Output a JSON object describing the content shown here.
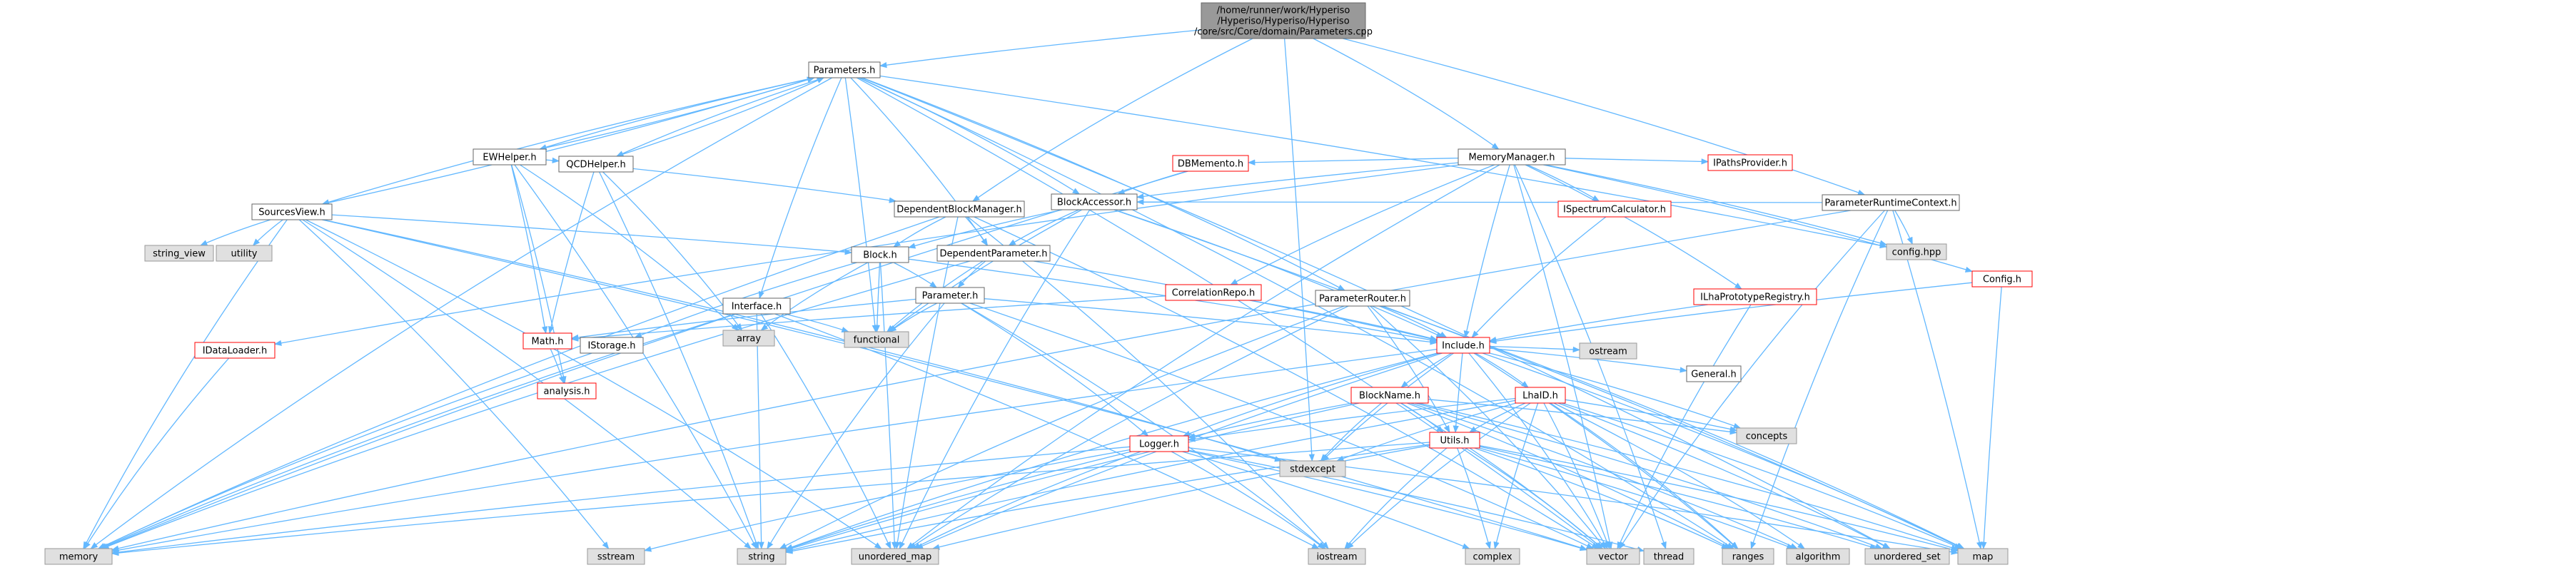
{
  "colors": {
    "edge": "#63b8ff",
    "node_fill": "#ffffff",
    "node_stroke": "#666666",
    "focus_fill": "#999999",
    "system_fill": "#e0e0e0",
    "system_stroke": "#999999",
    "truncated_stroke": "#ff0000",
    "text": "#000000",
    "link_text": "#a81d1d"
  },
  "nodes": [
    {
      "id": "root",
      "kind": "focus",
      "lines": [
        "/home/runner/work/Hyperiso",
        "/Hyperiso/Hyperiso/Hyperiso",
        "/core/src/Core/domain/Parameters.cpp"
      ]
    },
    {
      "id": "params_h",
      "kind": "normal",
      "lines": [
        "Parameters.h"
      ]
    },
    {
      "id": "memmgr",
      "kind": "normal",
      "lines": [
        "MemoryManager.h"
      ]
    },
    {
      "id": "paramctx",
      "kind": "normal",
      "lines": [
        "ParameterRuntimeContext.h"
      ]
    },
    {
      "id": "ewhelper",
      "kind": "normal",
      "lines": [
        "EWHelper.h"
      ]
    },
    {
      "id": "qcdhelper",
      "kind": "normal",
      "lines": [
        "QCDHelper.h"
      ]
    },
    {
      "id": "sourcesview",
      "kind": "normal",
      "lines": [
        "SourcesView.h"
      ]
    },
    {
      "id": "depblockmgr",
      "kind": "normal",
      "lines": [
        "DependentBlockManager.h"
      ]
    },
    {
      "id": "blockaccessor",
      "kind": "normal",
      "lines": [
        "BlockAccessor.h"
      ]
    },
    {
      "id": "dbmemento",
      "kind": "truncated",
      "lines": [
        "DBMemento.h"
      ]
    },
    {
      "id": "ipathsprovider",
      "kind": "truncated",
      "lines": [
        "IPathsProvider.h"
      ]
    },
    {
      "id": "configh",
      "kind": "truncated",
      "lines": [
        "Config.h"
      ]
    },
    {
      "id": "configpp",
      "kind": "system",
      "lines": [
        "config.hpp"
      ]
    },
    {
      "id": "ispectrum",
      "kind": "truncated",
      "lines": [
        "ISpectrumCalculator.h"
      ]
    },
    {
      "id": "block",
      "kind": "normal",
      "lines": [
        "Block.h"
      ]
    },
    {
      "id": "depparam",
      "kind": "normal",
      "lines": [
        "DependentParameter.h"
      ]
    },
    {
      "id": "parameter",
      "kind": "normal",
      "lines": [
        "Parameter.h"
      ]
    },
    {
      "id": "interface",
      "kind": "normal",
      "lines": [
        "Interface.h"
      ]
    },
    {
      "id": "paramrouter",
      "kind": "normal",
      "lines": [
        "ParameterRouter.h"
      ]
    },
    {
      "id": "correlationrepo",
      "kind": "truncated",
      "lines": [
        "CorrelationRepo.h"
      ]
    },
    {
      "id": "ilhaproto",
      "kind": "truncated",
      "lines": [
        "ILhaPrototypeRegistry.h"
      ]
    },
    {
      "id": "idataloader",
      "kind": "truncated",
      "lines": [
        "IDataLoader.h"
      ]
    },
    {
      "id": "istorage",
      "kind": "normal",
      "lines": [
        "IStorage.h"
      ]
    },
    {
      "id": "mathh",
      "kind": "truncated",
      "lines": [
        "Math.h"
      ]
    },
    {
      "id": "analysis",
      "kind": "truncated",
      "lines": [
        "analysis.h"
      ]
    },
    {
      "id": "include",
      "kind": "truncated",
      "lines": [
        "Include.h"
      ]
    },
    {
      "id": "blockname",
      "kind": "truncated",
      "lines": [
        "BlockName.h"
      ]
    },
    {
      "id": "lhaid",
      "kind": "truncated",
      "lines": [
        "LhaID.h"
      ]
    },
    {
      "id": "general",
      "kind": "normal",
      "lines": [
        "General.h"
      ]
    },
    {
      "id": "logger",
      "kind": "truncated",
      "lines": [
        "Logger.h"
      ]
    },
    {
      "id": "utils",
      "kind": "truncated",
      "lines": [
        "Utils.h"
      ]
    },
    {
      "id": "string_view",
      "kind": "system",
      "lines": [
        "string_view"
      ]
    },
    {
      "id": "utility",
      "kind": "system",
      "lines": [
        "utility"
      ]
    },
    {
      "id": "array",
      "kind": "system",
      "lines": [
        "array"
      ]
    },
    {
      "id": "functional",
      "kind": "system",
      "lines": [
        "functional"
      ]
    },
    {
      "id": "ostream",
      "kind": "system",
      "lines": [
        "ostream"
      ]
    },
    {
      "id": "stdexcept",
      "kind": "system",
      "lines": [
        "stdexcept"
      ]
    },
    {
      "id": "concepts",
      "kind": "system",
      "lines": [
        "concepts"
      ]
    },
    {
      "id": "memory",
      "kind": "system",
      "lines": [
        "memory"
      ]
    },
    {
      "id": "sstream",
      "kind": "system",
      "lines": [
        "sstream"
      ]
    },
    {
      "id": "string",
      "kind": "system",
      "lines": [
        "string"
      ]
    },
    {
      "id": "unordered_map",
      "kind": "system",
      "lines": [
        "unordered_map"
      ]
    },
    {
      "id": "iostream",
      "kind": "system",
      "lines": [
        "iostream"
      ]
    },
    {
      "id": "complex",
      "kind": "system",
      "lines": [
        "complex"
      ]
    },
    {
      "id": "vector",
      "kind": "system",
      "lines": [
        "vector"
      ]
    },
    {
      "id": "thread",
      "kind": "system",
      "lines": [
        "thread"
      ]
    },
    {
      "id": "ranges",
      "kind": "system",
      "lines": [
        "ranges"
      ]
    },
    {
      "id": "algorithm",
      "kind": "system",
      "lines": [
        "algorithm"
      ]
    },
    {
      "id": "unordered_set",
      "kind": "system",
      "lines": [
        "unordered_set"
      ]
    },
    {
      "id": "map",
      "kind": "system",
      "lines": [
        "map"
      ]
    }
  ],
  "edges": [
    [
      "root",
      "params_h"
    ],
    [
      "root",
      "memmgr"
    ],
    [
      "root",
      "paramctx"
    ],
    [
      "root",
      "depblockmgr"
    ],
    [
      "root",
      "stdexcept"
    ],
    [
      "params_h",
      "ewhelper"
    ],
    [
      "params_h",
      "qcdhelper"
    ],
    [
      "params_h",
      "sourcesview"
    ],
    [
      "params_h",
      "blockaccessor"
    ],
    [
      "params_h",
      "depparam"
    ],
    [
      "params_h",
      "interface"
    ],
    [
      "params_h",
      "paramrouter"
    ],
    [
      "params_h",
      "functional"
    ],
    [
      "params_h",
      "memory"
    ],
    [
      "params_h",
      "configpp"
    ],
    [
      "params_h",
      "vector"
    ],
    [
      "params_h",
      "unordered_set"
    ],
    [
      "params_h",
      "ranges"
    ],
    [
      "ewhelper",
      "params_h"
    ],
    [
      "ewhelper",
      "qcdhelper"
    ],
    [
      "ewhelper",
      "mathh"
    ],
    [
      "ewhelper",
      "array"
    ],
    [
      "ewhelper",
      "analysis"
    ],
    [
      "ewhelper",
      "string"
    ],
    [
      "qcdhelper",
      "params_h"
    ],
    [
      "qcdhelper",
      "depblockmgr"
    ],
    [
      "qcdhelper",
      "mathh"
    ],
    [
      "qcdhelper",
      "array"
    ],
    [
      "qcdhelper",
      "string"
    ],
    [
      "sourcesview",
      "params_h"
    ],
    [
      "sourcesview",
      "block"
    ],
    [
      "sourcesview",
      "string_view"
    ],
    [
      "sourcesview",
      "utility"
    ],
    [
      "sourcesview",
      "memory"
    ],
    [
      "sourcesview",
      "string"
    ],
    [
      "sourcesview",
      "unordered_map"
    ],
    [
      "sourcesview",
      "sstream"
    ],
    [
      "sourcesview",
      "vector"
    ],
    [
      "sourcesview",
      "stdexcept"
    ],
    [
      "memmgr",
      "dbmemento"
    ],
    [
      "memmgr",
      "ipathsprovider"
    ],
    [
      "memmgr",
      "configh"
    ],
    [
      "memmgr",
      "configpp"
    ],
    [
      "memmgr",
      "ispectrum"
    ],
    [
      "memmgr",
      "blockaccessor"
    ],
    [
      "memmgr",
      "correlationrepo"
    ],
    [
      "memmgr",
      "ilhaproto"
    ],
    [
      "memmgr",
      "idataloader"
    ],
    [
      "memmgr",
      "include"
    ],
    [
      "memmgr",
      "unordered_map"
    ],
    [
      "memmgr",
      "vector"
    ],
    [
      "memmgr",
      "thread"
    ],
    [
      "paramctx",
      "blockaccessor"
    ],
    [
      "paramctx",
      "configpp"
    ],
    [
      "paramctx",
      "map"
    ],
    [
      "paramctx",
      "vector"
    ],
    [
      "paramctx",
      "ranges"
    ],
    [
      "paramctx",
      "memory"
    ],
    [
      "depblockmgr",
      "block"
    ],
    [
      "depblockmgr",
      "depparam"
    ],
    [
      "depblockmgr",
      "memory"
    ],
    [
      "depblockmgr",
      "iostream"
    ],
    [
      "depblockmgr",
      "unordered_map"
    ],
    [
      "depblockmgr",
      "vector"
    ],
    [
      "blockaccessor",
      "block"
    ],
    [
      "blockaccessor",
      "depparam"
    ],
    [
      "blockaccessor",
      "include"
    ],
    [
      "blockaccessor",
      "functional"
    ],
    [
      "blockaccessor",
      "unordered_map"
    ],
    [
      "blockaccessor",
      "map"
    ],
    [
      "dbmemento",
      "blockaccessor"
    ],
    [
      "dbmemento",
      "memory"
    ],
    [
      "block",
      "parameter"
    ],
    [
      "block",
      "istorage"
    ],
    [
      "block",
      "array"
    ],
    [
      "block",
      "functional"
    ],
    [
      "block",
      "include"
    ],
    [
      "block",
      "unordered_map"
    ],
    [
      "depparam",
      "parameter"
    ],
    [
      "depparam",
      "functional"
    ],
    [
      "depparam",
      "memory"
    ],
    [
      "depparam",
      "include"
    ],
    [
      "parameter",
      "mathh"
    ],
    [
      "parameter",
      "logger"
    ],
    [
      "parameter",
      "functional"
    ],
    [
      "parameter",
      "string"
    ],
    [
      "parameter",
      "iostream"
    ],
    [
      "parameter",
      "include"
    ],
    [
      "parameter",
      "vector"
    ],
    [
      "interface",
      "functional"
    ],
    [
      "interface",
      "string"
    ],
    [
      "interface",
      "memory"
    ],
    [
      "interface",
      "unordered_map"
    ],
    [
      "interface",
      "iostream"
    ],
    [
      "paramrouter",
      "include"
    ],
    [
      "paramrouter",
      "utils"
    ],
    [
      "paramrouter",
      "string"
    ],
    [
      "paramrouter",
      "vector"
    ],
    [
      "paramrouter",
      "map"
    ],
    [
      "paramrouter",
      "unordered_map"
    ],
    [
      "correlationrepo",
      "include"
    ],
    [
      "correlationrepo",
      "mathh"
    ],
    [
      "ilhaproto",
      "include"
    ],
    [
      "ilhaproto",
      "vector"
    ],
    [
      "configh",
      "include"
    ],
    [
      "configh",
      "map"
    ],
    [
      "ispectrum",
      "include"
    ],
    [
      "idataloader",
      "memory"
    ],
    [
      "istorage",
      "memory"
    ],
    [
      "mathh",
      "analysis"
    ],
    [
      "include",
      "blockname"
    ],
    [
      "include",
      "lhaid"
    ],
    [
      "include",
      "general"
    ],
    [
      "include",
      "ostream"
    ],
    [
      "include",
      "concepts"
    ],
    [
      "include",
      "logger"
    ],
    [
      "include",
      "utils"
    ],
    [
      "include",
      "memory"
    ],
    [
      "include",
      "string"
    ],
    [
      "include",
      "vector"
    ],
    [
      "include",
      "map"
    ],
    [
      "include",
      "unordered_map"
    ],
    [
      "include",
      "stdexcept"
    ],
    [
      "include",
      "ranges"
    ],
    [
      "blockname",
      "logger"
    ],
    [
      "blockname",
      "utils"
    ],
    [
      "blockname",
      "stdexcept"
    ],
    [
      "blockname",
      "concepts"
    ],
    [
      "blockname",
      "string"
    ],
    [
      "blockname",
      "vector"
    ],
    [
      "blockname",
      "ranges"
    ],
    [
      "blockname",
      "algorithm"
    ],
    [
      "blockname",
      "unordered_set"
    ],
    [
      "blockname",
      "map"
    ],
    [
      "lhaid",
      "logger"
    ],
    [
      "lhaid",
      "utils"
    ],
    [
      "lhaid",
      "stdexcept"
    ],
    [
      "lhaid",
      "concepts"
    ],
    [
      "lhaid",
      "string"
    ],
    [
      "lhaid",
      "vector"
    ],
    [
      "lhaid",
      "ranges"
    ],
    [
      "lhaid",
      "algorithm"
    ],
    [
      "lhaid",
      "unordered_set"
    ],
    [
      "lhaid",
      "map"
    ],
    [
      "lhaid",
      "complex"
    ],
    [
      "lhaid",
      "iostream"
    ],
    [
      "logger",
      "memory"
    ],
    [
      "logger",
      "sstream"
    ],
    [
      "logger",
      "string"
    ],
    [
      "logger",
      "iostream"
    ],
    [
      "logger",
      "unordered_map"
    ],
    [
      "logger",
      "vector"
    ],
    [
      "logger",
      "complex"
    ],
    [
      "logger",
      "thread"
    ],
    [
      "logger",
      "map"
    ],
    [
      "utils",
      "string"
    ],
    [
      "utils",
      "vector"
    ],
    [
      "utils",
      "unordered_map"
    ],
    [
      "utils",
      "iostream"
    ],
    [
      "utils",
      "complex"
    ],
    [
      "utils",
      "ranges"
    ],
    [
      "utils",
      "algorithm"
    ],
    [
      "utils",
      "unordered_set"
    ],
    [
      "utils",
      "map"
    ],
    [
      "utils",
      "memory"
    ]
  ]
}
